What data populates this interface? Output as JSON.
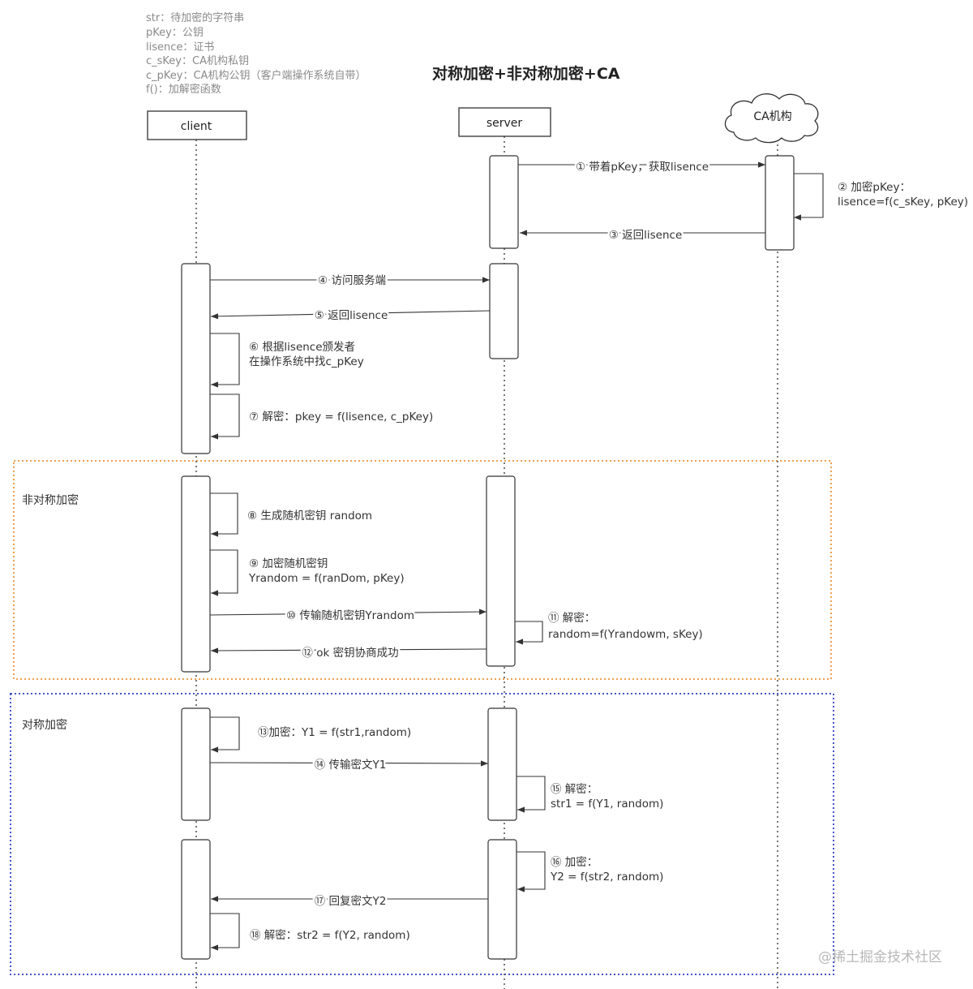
{
  "legend": [
    "str：待加密的字符串",
    "pKey：公钥",
    "lisence：证书",
    "c_sKey：CA机构私钥",
    "c_pKey：CA机构公钥（客户端操作系统自带）",
    "f()：加解密函数"
  ],
  "title": "对称加密+非对称加密+CA",
  "actors": {
    "client": "client",
    "server": "server",
    "ca": "CA机构"
  },
  "frames": {
    "asymmetric": {
      "label": "非对称加密",
      "color": "#f0a050"
    },
    "symmetric": {
      "label": "对称加密",
      "color": "#4455cc"
    }
  },
  "steps": [
    {
      "num": "①",
      "lines": [
        "带着pKey，获取lisence"
      ]
    },
    {
      "num": "②",
      "lines": [
        "加密pKey：",
        "lisence=f(c_sKey, pKey)"
      ]
    },
    {
      "num": "③",
      "lines": [
        "返回lisence"
      ]
    },
    {
      "num": "④",
      "lines": [
        "访问服务端"
      ]
    },
    {
      "num": "⑤",
      "lines": [
        "返回lisence"
      ]
    },
    {
      "num": "⑥",
      "lines": [
        "根据lisence颁发者",
        "在操作系统中找c_pKey"
      ]
    },
    {
      "num": "⑦",
      "lines": [
        "解密：pkey = f(lisence, c_pKey)"
      ]
    },
    {
      "num": "⑧",
      "lines": [
        "生成随机密钥 random"
      ]
    },
    {
      "num": "⑨",
      "lines": [
        "加密随机密钥",
        "Yrandom = f(ranDom, pKey)"
      ]
    },
    {
      "num": "⑩",
      "lines": [
        "传输随机密钥Yrandom"
      ]
    },
    {
      "num": "⑪",
      "lines": [
        "解密：",
        "random=f(Yrandowm, sKey)"
      ]
    },
    {
      "num": "⑫",
      "lines": [
        "ok 密钥协商成功"
      ]
    },
    {
      "num": "⑬",
      "lines": [
        "加密：Y1 = f(str1,random)"
      ]
    },
    {
      "num": "⑭",
      "lines": [
        "传输密文Y1"
      ]
    },
    {
      "num": "⑮",
      "lines": [
        "解密：",
        "str1 = f(Y1, random)"
      ]
    },
    {
      "num": "⑯",
      "lines": [
        "加密：",
        "Y2 = f(str2, random)"
      ]
    },
    {
      "num": "⑰",
      "lines": [
        "回复密文Y2"
      ]
    },
    {
      "num": "⑱",
      "lines": [
        "解密：str2 = f(Y2, random)"
      ]
    }
  ],
  "watermark": "@稀土掘金技术社区"
}
